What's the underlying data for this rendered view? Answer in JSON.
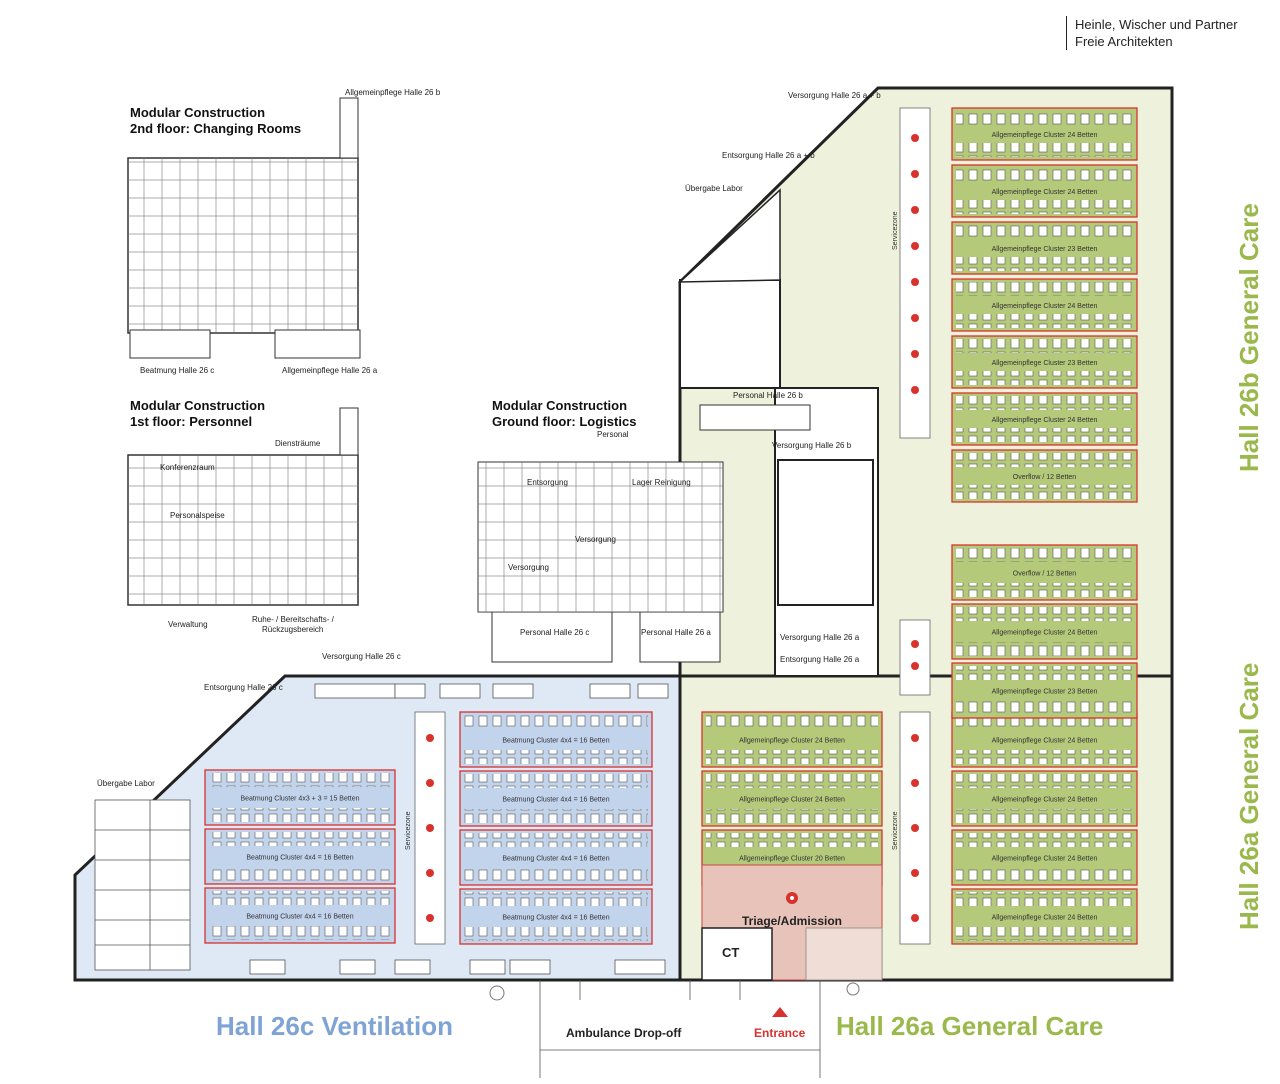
{
  "firm": {
    "line1": "Heinle, Wischer und Partner",
    "line2": "Freie Architekten"
  },
  "colors": {
    "ventilation_fill": "#dfe8f5",
    "ventilation_text": "#7ea3d4",
    "general_care_fill": "#eef2dc",
    "general_care_text": "#9ab84b",
    "cluster_green": "#b5c97a",
    "cluster_blue": "#c2d3ec",
    "triage_fill": "#e7c3b9",
    "red_line": "#d8322e",
    "wall": "#222222"
  },
  "halls": {
    "h26c": "Hall 26c Ventilation",
    "h26a_bottom": "Hall 26a General Care",
    "h26a_side": "Hall 26a General Care",
    "h26b_side": "Hall 26b General Care"
  },
  "bottom": {
    "ambulance": "Ambulance Drop-off",
    "entrance": "Entrance"
  },
  "blocks": {
    "b1_title1": "Modular Construction",
    "b1_title2": "2nd floor: Changing Rooms",
    "b2_title1": "Modular Construction",
    "b2_title2": "1st floor: Personnel",
    "b3_title1": "Modular Construction",
    "b3_title2": "Ground floor: Logistics"
  },
  "labels": {
    "allgemeinpflege_26b": "Allgemeinpflege Halle 26 b",
    "beatmung_26c": "Beatmung Halle 26 c",
    "allgemeinpflege_26a": "Allgemeinpflege Halle 26 a",
    "dienstraeume": "Diensträume",
    "konferenzraum": "Konferenzraum",
    "personalspeise": "Personalspeise",
    "verwaltung": "Verwaltung",
    "ruhe": "Ruhe- / Bereitschafts- /",
    "rueckzug": "Rückzugsbereich",
    "personal": "Personal",
    "entsorgung": "Entsorgung",
    "lager_reinigung": "Lager Reinigung",
    "versorgung": "Versorgung",
    "versorgung2": "Versorgung",
    "personal_26c": "Personal Halle 26 c",
    "personal_26a": "Personal Halle 26 a",
    "personal_26b": "Personal Halle 26 b",
    "versorgung_26b": "Versorgung Halle 26 b",
    "versorgung_26ab": "Versorgung Halle 26 a + b",
    "entsorgung_26ab": "Entsorgung Halle 26 a + b",
    "uebergabe_labor_top": "Übergabe Labor",
    "versorgung_26c": "Versorgung Halle 26 c",
    "entsorgung_26c": "Entsorgung Halle 26 c",
    "uebergabe_labor_left": "Übergabe Labor",
    "versorgung_26a": "Versorgung Halle 26 a",
    "entsorgung_26a": "Entsorgung Halle 26 a",
    "triage": "Triage/Admission",
    "ct": "CT",
    "servicezone": "Servicezone"
  },
  "clusters_26b": [
    "Allgemeinpflege Cluster 24 Betten",
    "Allgemeinpflege Cluster 24 Betten",
    "Allgemeinpflege Cluster 23 Betten",
    "Allgemeinpflege Cluster 24 Betten",
    "Allgemeinpflege Cluster 23 Betten",
    "Allgemeinpflege Cluster 24 Betten",
    "Overflow / 12 Betten"
  ],
  "clusters_26a_right_upper": [
    "Overflow / 12 Betten",
    "Allgemeinpflege Cluster 24 Betten",
    "Allgemeinpflege Cluster 23 Betten"
  ],
  "clusters_26a_right_lower": [
    "Allgemeinpflege Cluster 24 Betten",
    "Allgemeinpflege Cluster 24 Betten",
    "Allgemeinpflege Cluster 24 Betten",
    "Allgemeinpflege Cluster 24 Betten"
  ],
  "clusters_26a_left": [
    "Allgemeinpflege Cluster 24 Betten",
    "Allgemeinpflege Cluster 24 Betten",
    "Allgemeinpflege Cluster 20 Betten"
  ],
  "clusters_26c_left": [
    "Beatmung Cluster 4x3 + 3 = 15 Betten",
    "Beatmung Cluster 4x4 = 16 Betten",
    "Beatmung Cluster 4x4 = 16 Betten"
  ],
  "clusters_26c_right": [
    "Beatmung Cluster 4x4 = 16 Betten",
    "Beatmung Cluster 4x4 = 16 Betten",
    "Beatmung Cluster 4x4 = 16 Betten",
    "Beatmung Cluster 4x4 = 16 Betten"
  ]
}
